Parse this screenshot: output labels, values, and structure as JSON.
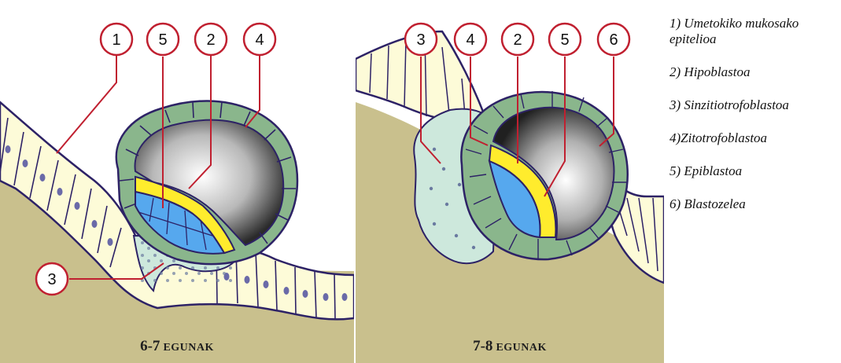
{
  "panels": [
    {
      "caption_num": "6-7",
      "caption_word": "EGUNAK",
      "markers": [
        "1",
        "5",
        "2",
        "4",
        "3"
      ]
    },
    {
      "caption_num": "7-8",
      "caption_word": "EGUNAK",
      "markers": [
        "3",
        "4",
        "2",
        "5",
        "6"
      ]
    }
  ],
  "legend": [
    "1) Umetokiko mukosako epitelioa",
    "2) Hipoblastoa",
    "3) Sinzitiotrofoblastoa",
    "4)Zitotrofoblastoa",
    "5) Epiblastoa",
    "6) Blastozelea"
  ],
  "colors": {
    "tissue": "#c9c08d",
    "epithelium": "#fdfbd8",
    "cytotrophoblast": "#8ab68c",
    "syncytiotrophoblast": "#cde8dc",
    "hypoblast": "#ffec2d",
    "epiblast": "#56a8ee",
    "outline": "#2d2266",
    "marker": "#c02030"
  }
}
